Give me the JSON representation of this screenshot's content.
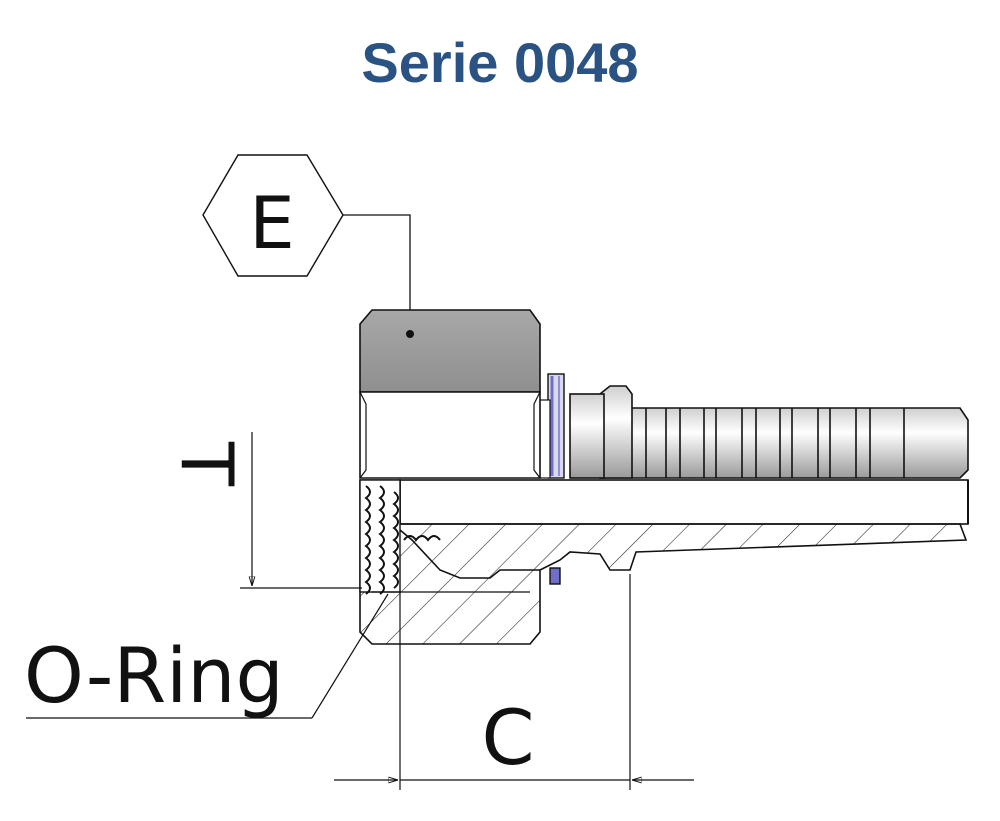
{
  "title": "Serie 0048",
  "labels": {
    "hex": "E",
    "thread": "T",
    "oring": "O-Ring",
    "length": "C"
  },
  "colors": {
    "title": "#2a5384",
    "nut_fill": "#a0a0a0",
    "oring_accent": "#6f6fc8",
    "line": "#111111"
  }
}
